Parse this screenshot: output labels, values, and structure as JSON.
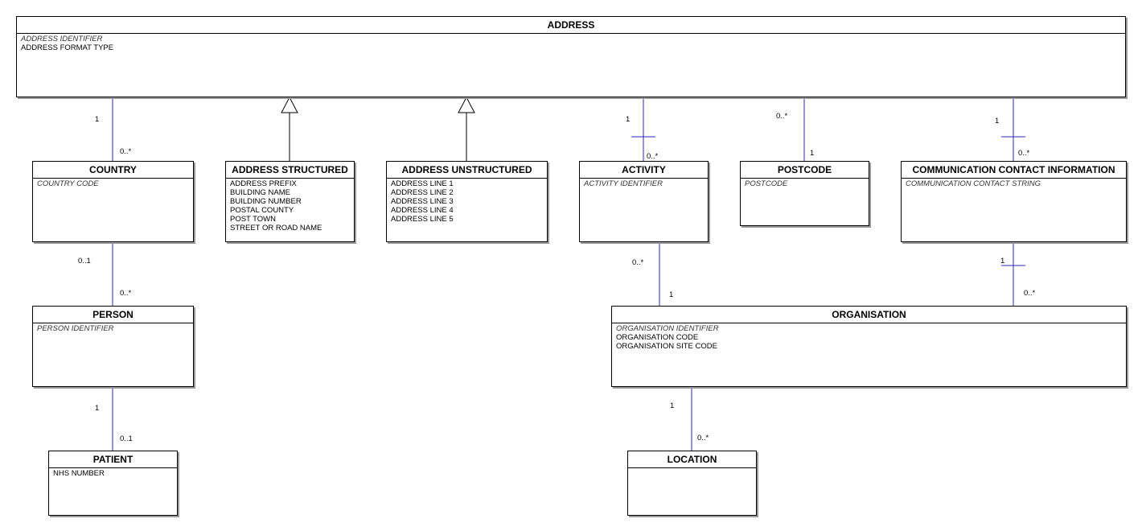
{
  "entities": {
    "address": {
      "name": "ADDRESS",
      "keys": [
        "ADDRESS IDENTIFIER"
      ],
      "attributes": [
        "ADDRESS FORMAT TYPE"
      ]
    },
    "country": {
      "name": "COUNTRY",
      "keys": [
        "COUNTRY CODE"
      ],
      "attributes": []
    },
    "address_structured": {
      "name": "ADDRESS STRUCTURED",
      "keys": [],
      "attributes": [
        "ADDRESS PREFIX",
        "BUILDING NAME",
        "BUILDING NUMBER",
        "POSTAL COUNTY",
        "POST TOWN",
        "STREET OR ROAD NAME"
      ]
    },
    "address_unstructured": {
      "name": "ADDRESS UNSTRUCTURED",
      "keys": [],
      "attributes": [
        "ADDRESS LINE 1",
        "ADDRESS LINE 2",
        "ADDRESS LINE 3",
        "ADDRESS LINE 4",
        "ADDRESS LINE 5"
      ]
    },
    "activity": {
      "name": "ACTIVITY",
      "keys": [
        "ACTIVITY IDENTIFIER"
      ],
      "attributes": []
    },
    "postcode": {
      "name": "POSTCODE",
      "keys": [
        "POSTCODE"
      ],
      "attributes": []
    },
    "communication_contact_information": {
      "name": "COMMUNICATION CONTACT INFORMATION",
      "keys": [
        "COMMUNICATION CONTACT STRING"
      ],
      "attributes": []
    },
    "person": {
      "name": "PERSON",
      "keys": [
        "PERSON IDENTIFIER"
      ],
      "attributes": []
    },
    "organisation": {
      "name": "ORGANISATION",
      "keys": [
        "ORGANISATION IDENTIFIER"
      ],
      "attributes": [
        "ORGANISATION CODE",
        "ORGANISATION SITE CODE"
      ]
    },
    "patient": {
      "name": "PATIENT",
      "keys": [],
      "attributes": [
        "NHS NUMBER"
      ]
    },
    "location": {
      "name": "LOCATION",
      "keys": [],
      "attributes": []
    }
  },
  "associations": [
    {
      "from": "address",
      "to": "country",
      "from_multiplicity": "1",
      "to_multiplicity": "0..*"
    },
    {
      "from": "address",
      "to": "activity",
      "from_multiplicity": "1",
      "to_multiplicity": "0..*"
    },
    {
      "from": "address",
      "to": "postcode",
      "from_multiplicity": "0..*",
      "to_multiplicity": "1"
    },
    {
      "from": "address",
      "to": "communication_contact_information",
      "from_multiplicity": "1",
      "to_multiplicity": "0..*"
    },
    {
      "from": "country",
      "to": "person",
      "from_multiplicity": "0..1",
      "to_multiplicity": "0..*"
    },
    {
      "from": "person",
      "to": "patient",
      "from_multiplicity": "1",
      "to_multiplicity": "0..1"
    },
    {
      "from": "activity",
      "to": "organisation",
      "from_multiplicity": "0..*",
      "to_multiplicity": "1"
    },
    {
      "from": "communication_contact_information",
      "to": "organisation",
      "from_multiplicity": "1",
      "to_multiplicity": "0..*"
    },
    {
      "from": "organisation",
      "to": "location",
      "from_multiplicity": "1",
      "to_multiplicity": "0..*"
    }
  ],
  "generalizations": [
    {
      "child": "address_structured",
      "parent": "address"
    },
    {
      "child": "address_unstructured",
      "parent": "address"
    }
  ],
  "colors": {
    "association_line": "#2a2ab8",
    "generalization_line": "#000000",
    "border": "#000000",
    "shadow": "#9a9a9a"
  }
}
